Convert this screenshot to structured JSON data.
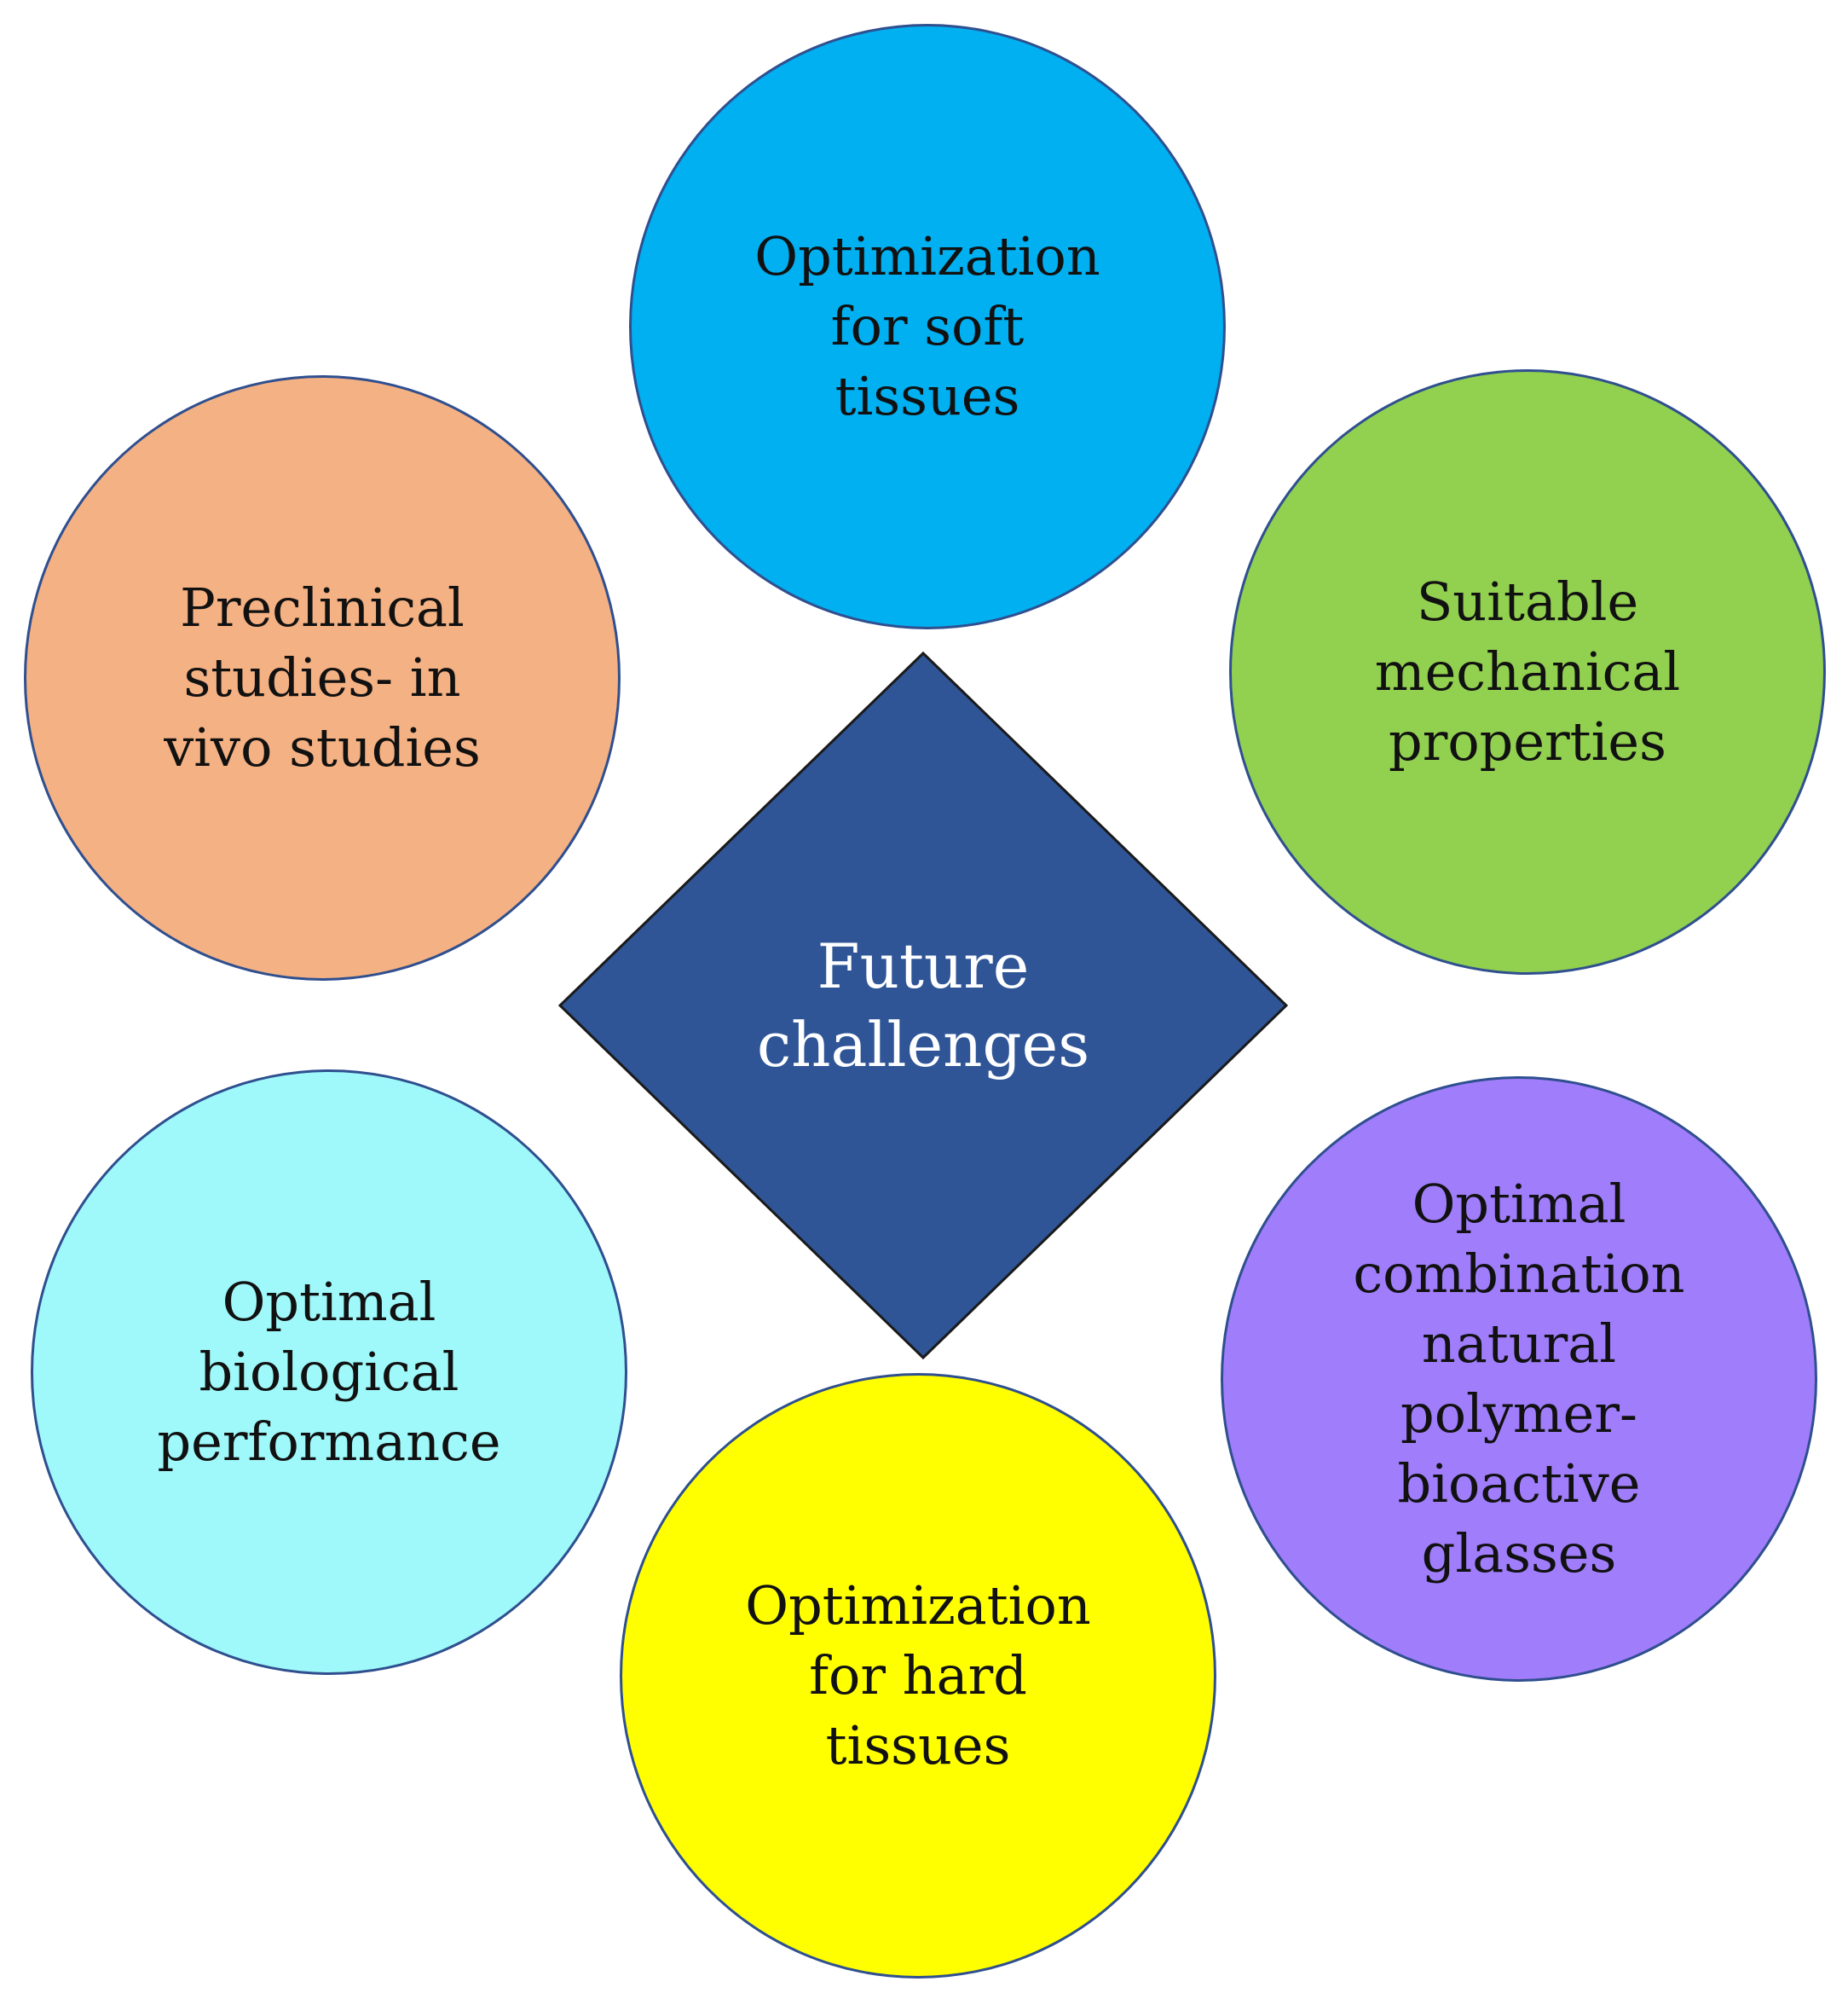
{
  "center": {
    "label": "Future\nchallenges",
    "fill": "#2f5597"
  },
  "nodes": [
    {
      "key": "soft",
      "label": "Optimization\nfor soft\ntissues",
      "fill": "#00b0f0"
    },
    {
      "key": "mech",
      "label": "Suitable\nmechanical\nproperties",
      "fill": "#92d050"
    },
    {
      "key": "combo",
      "label": "Optimal\ncombination\nnatural\npolymer-\nbioactive\nglasses",
      "fill": "#a07dfa"
    },
    {
      "key": "hard",
      "label": "Optimization\nfor hard\ntissues",
      "fill": "#ffff00"
    },
    {
      "key": "bio",
      "label": "Optimal\nbiological\nperformance",
      "fill": "#9ff8fa"
    },
    {
      "key": "precl",
      "label": "Preclinical\nstudies- in\nvivo studies",
      "fill": "#f4b183"
    }
  ]
}
